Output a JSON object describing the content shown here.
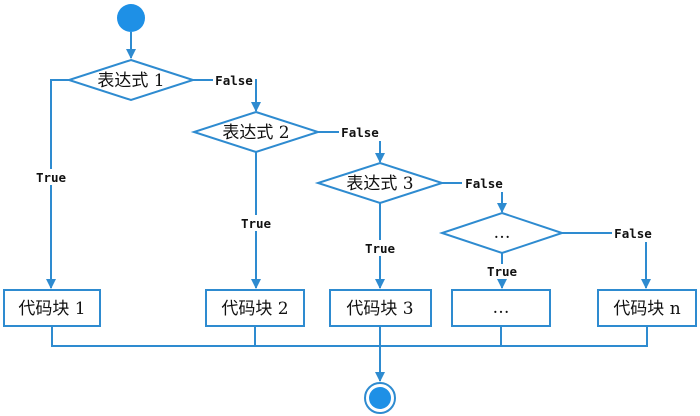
{
  "colors": {
    "line": "#2e8bd0",
    "node_fill": "#1e90e6",
    "text": "#111111"
  },
  "icons": {
    "start": "filled-circle-icon",
    "end": "bullseye-circle-icon"
  },
  "conditions": [
    {
      "label": "表达式 1",
      "true_label": "True",
      "false_label": "False"
    },
    {
      "label": "表达式 2",
      "true_label": "True",
      "false_label": "False"
    },
    {
      "label": "表达式 3",
      "true_label": "True",
      "false_label": "False"
    },
    {
      "label": "…",
      "true_label": "True",
      "false_label": "False"
    }
  ],
  "blocks": [
    {
      "label": "代码块 1"
    },
    {
      "label": "代码块 2"
    },
    {
      "label": "代码块 3"
    },
    {
      "label": "…"
    },
    {
      "label": "代码块 n"
    }
  ]
}
